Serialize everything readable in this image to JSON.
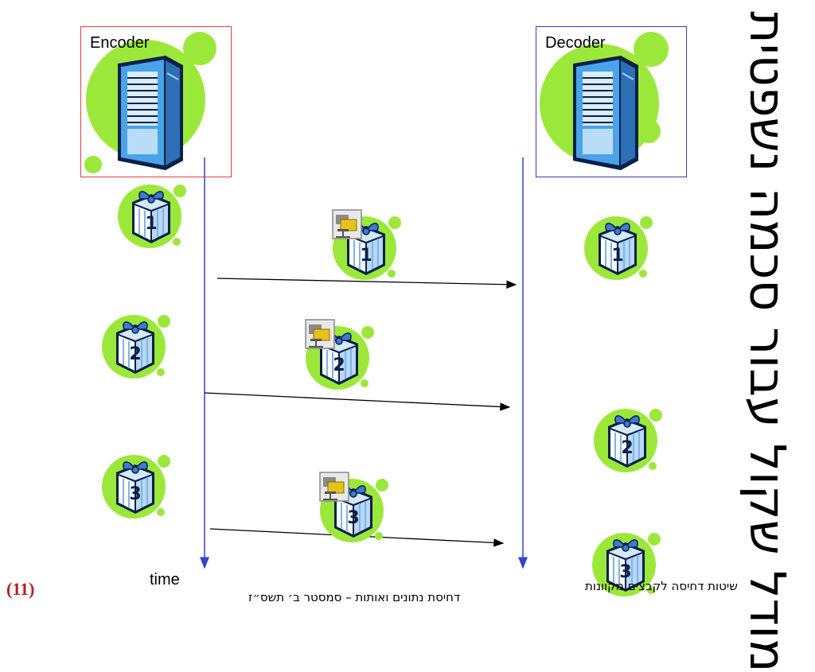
{
  "encoder": {
    "label": "Encoder",
    "border_color": "#e04040"
  },
  "decoder": {
    "label": "Decoder",
    "border_color": "#3b3bb0"
  },
  "time_label": "time",
  "title": "מודל שקול עבור סכמה נשפטית",
  "footer": {
    "course": "דחיסת נתונים ואותות – סמסטר ב׳ תשס״ז",
    "topic": "שיטות דחיסה לקבצים מקוונות",
    "page": "(11)"
  },
  "packets": {
    "encoder": [
      "1",
      "2",
      "3"
    ],
    "in_transit": [
      "1",
      "2",
      "3"
    ],
    "decoder": [
      "1",
      "2",
      "3"
    ]
  },
  "colors": {
    "blob": "#9be83a",
    "arrow": "#000000",
    "timeline": "#3344cc",
    "ribbon": "#3a7bd5"
  },
  "icons": {
    "server": "server-icon",
    "gift": "gift-box-icon",
    "transmit": "network-folder-icon"
  }
}
